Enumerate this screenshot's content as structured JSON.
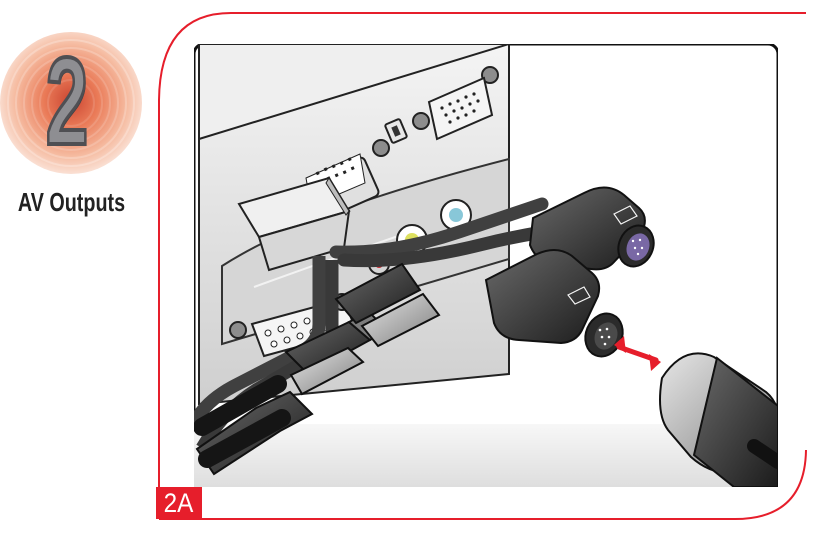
{
  "step": {
    "number": "2",
    "title": "AV Outputs"
  },
  "panel": {
    "label": "2A"
  },
  "illustration": {
    "icon": "av-output-connection-icon"
  },
  "colors": {
    "accent_red": "#e61e2b",
    "badge_light": "#f6d8cb",
    "badge_mid": "#ec8e6e",
    "badge_dark": "#d8472e",
    "number_gray": "#8e8e92",
    "cable_black": "#222222",
    "panel_gray": "#d8d8d8",
    "svideo_purple": "#7968a5"
  }
}
